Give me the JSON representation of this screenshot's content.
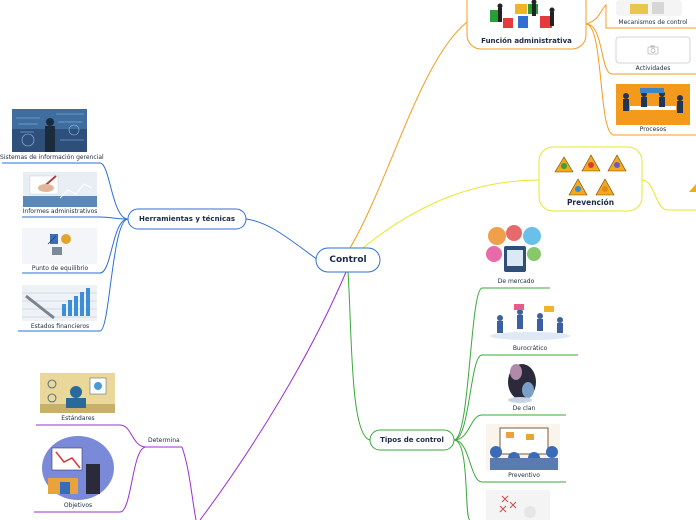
{
  "central": {
    "label": "Control"
  },
  "branches": {
    "herramientas": {
      "label": "Herramientas y técnicas"
    },
    "funcion": {
      "label": "Función administrativa"
    },
    "prevencion": {
      "label": "Prevención"
    },
    "tipos": {
      "label": "Tipos de control"
    },
    "determina": {
      "label": "Determina"
    }
  },
  "herramientas_items": [
    "Sistemas de información gerencial",
    "Informes administrativos",
    "Punto de equilibrio",
    "Estados financieros"
  ],
  "funcion_items": [
    "Mecanismos de control",
    "Actividades",
    "Procesos"
  ],
  "tipos_items": [
    "De mercado",
    "Burocrático",
    "De clan",
    "Preventivo"
  ],
  "determina_items": [
    "Estándares",
    "Objetivos"
  ],
  "colors": {
    "node_border": "#2c6fd6",
    "herramientas_line": "#2c6fd6",
    "funcion_line": "#f39c1f",
    "prevencion_line": "#e6e82a",
    "tipos_line": "#3aa83a",
    "determina_line": "#9b2fd6"
  },
  "icons": {
    "camera": "camera-icon",
    "warning": "warning-triangle-icon"
  }
}
